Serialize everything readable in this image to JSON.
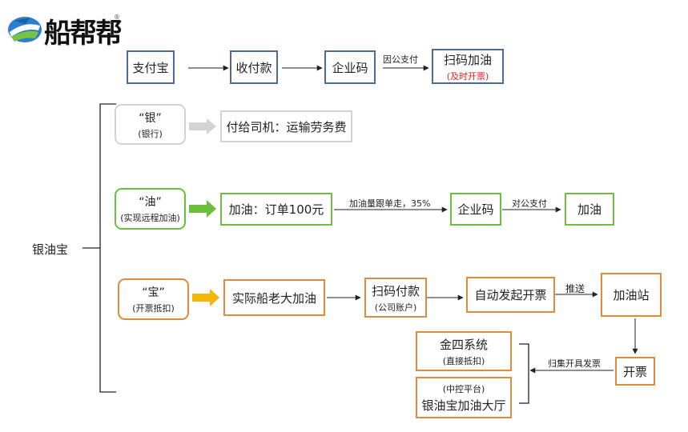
{
  "logo": {
    "text": "船帮帮",
    "reg": "®"
  },
  "top_row": {
    "alipay": "支付宝",
    "collect": "收付款",
    "corp_code": "企业码",
    "pay_label": "因公支付",
    "scan_fuel": "扫码加油",
    "invoice_now": "(及时开票)"
  },
  "root": "银油宝",
  "yin": {
    "title": "“银”",
    "sub": "(银行)",
    "target": "付给司机：运输劳务费"
  },
  "you": {
    "title": "“油”",
    "sub": "(实现远程加油)",
    "order": "加油：订单100元",
    "follow_label": "加油量跟单走，35%",
    "corp_code": "企业码",
    "pay_label": "对公支付",
    "fuel": "加油"
  },
  "bao": {
    "title": "“宝”",
    "sub": "(开票抵扣)",
    "actual": "实际船老大加油",
    "scan_pay": "扫码付款",
    "scan_pay_sub": "(公司账户)",
    "auto_invoice": "自动发起开票",
    "push_label": "推送",
    "station": "加油站",
    "invoice": "开票",
    "collect_label": "归集开具发票",
    "golden_tax": "金四系统",
    "golden_tax_sub": "(直接抵扣)",
    "hall_sub": "(中控平台)",
    "hall": "银油宝加油大厅"
  },
  "colors": {
    "blue": "#4a6a9a",
    "orange": "#e08a3c",
    "green": "#6cbf3c",
    "grey": "#d3d3d3",
    "yellow": "#f2b705",
    "red": "#e02020"
  },
  "icons": [
    "ship-logo-icon"
  ]
}
